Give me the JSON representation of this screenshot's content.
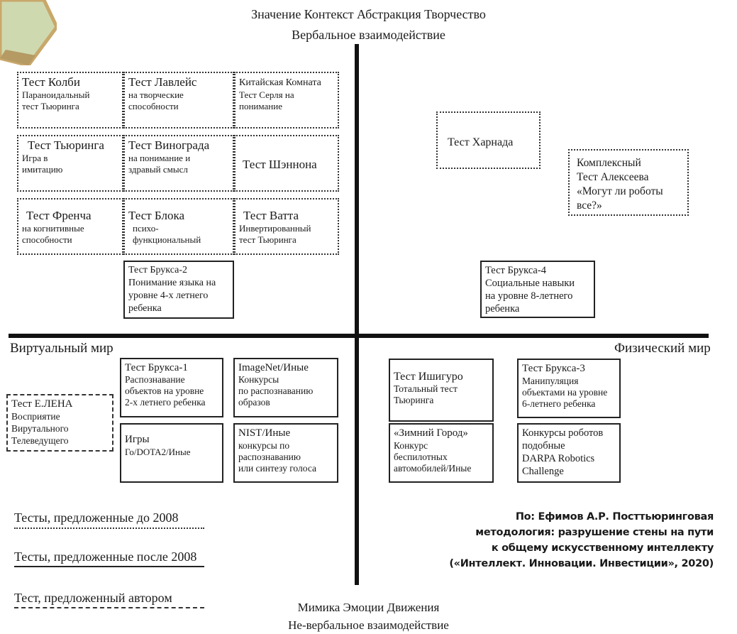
{
  "axes": {
    "top_line1": "Значение  Контекст  Абстракция  Творчество",
    "top_line2": "Вербальное взаимодействие",
    "bottom_line1": "Мимика      Эмоции        Движения",
    "bottom_line2": "Не-вербальное взаимодействие",
    "left": "Виртуальный мир",
    "right": "Физический мир"
  },
  "boxes": {
    "colby": {
      "title": "Тест Колби",
      "sub": "Параноидальный\nтест Тьюринга"
    },
    "lovelace": {
      "title": "Тест Лавлейс",
      "sub": "на творческие\nспособности"
    },
    "chinese": {
      "title": "Китайская Комната",
      "sub": "Тест Серля на\nпонимание"
    },
    "turing": {
      "title": "Тест Тьюринга",
      "sub": "Игра в\nимитацию"
    },
    "winograd": {
      "title": "Тест Винограда",
      "sub": "на понимание и\nздравый смысл"
    },
    "shannon": {
      "title": "Тест Шэннона"
    },
    "french": {
      "title": "Тест Френча",
      "sub": "на когнитивные\nспособности"
    },
    "block": {
      "title": "Тест Блока",
      "sub": "психо-\nфункциональный"
    },
    "watt": {
      "title": "Тест Ватта",
      "sub": "Инвертированный\nтест Тьюринга"
    },
    "brooks2": {
      "text": "Тест Брукса-2\nПонимание языка на\nуровне 4-х летнего\n ребенка"
    },
    "harnad": {
      "title": "Тест Харнада"
    },
    "alekseev": {
      "text": "Комплексный\nТест Алексеева\n«Могут ли роботы\n все?»"
    },
    "brooks4": {
      "text": "Тест Брукса-4\nСоциальные навыки\nна уровне 8-летнего\nребенка"
    },
    "brooks1": {
      "title": "Тест Брукса-1",
      "sub": "Распознавание\nобъектов на уровне\n2-х летнего ребенка"
    },
    "imagenet": {
      "title": "ImageNet/Иные",
      "sub": "Конкурсы\nпо распознаванию\nобразов"
    },
    "elena": {
      "title": "Тест Е.ЛЕНА",
      "sub": "Восприятие\nВирутального\nТелеведущего"
    },
    "games": {
      "title": "Игры",
      "sub": "Го/DOTA2/Иные"
    },
    "nist": {
      "title": "NIST/Иные",
      "sub": "конкурсы по\nраспознаванию\nили синтезу голоса"
    },
    "ishiguro": {
      "title": "Тест Ишигуро",
      "sub": "Тотальный тест\nТьюринга"
    },
    "brooks3": {
      "title": "Тест Брукса-3",
      "sub": "Манипуляция\nобъектами на уровне\n6-летнего ребенка"
    },
    "winter_city": {
      "title": "«Зимний Город»",
      "sub": "Конкурс\nбеспилотных\nавтомобилей/Иные"
    },
    "darpa": {
      "text": "Конкурсы роботов\nподобные\nDARPA Robotics\nChallenge"
    }
  },
  "legend": {
    "before_2008": "Тесты, предложенные до 2008",
    "after_2008": "Тесты, предложенные после 2008",
    "by_author": "Тест, предложенный автором"
  },
  "source": "По: Ефимов А.Р. Посттьюринговая\nметодология: разрушение стены на пути\nк общему искусственному интеллекту\n(«Интеллект. Инновации. Инвестиции», 2020)"
}
